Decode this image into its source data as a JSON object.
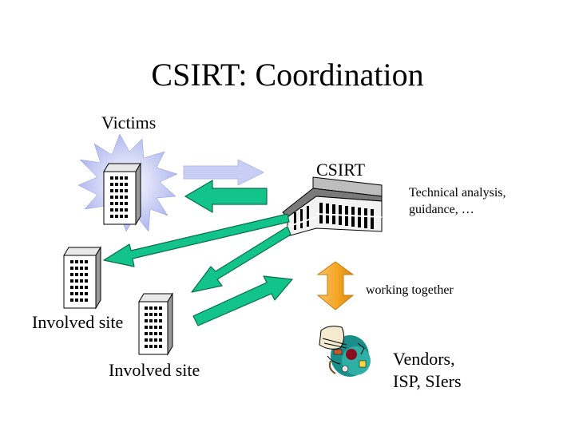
{
  "slide": {
    "title": "CSIRT: Coordination",
    "labels": {
      "victims": "Victims",
      "csirt": "CSIRT",
      "technical_line1": "Technical analysis,",
      "technical_line2": "guidance, …",
      "working_together": "working together",
      "involved_site_left": "Involved site",
      "involved_site_bottom": "Involved site",
      "vendors_line1": "Vendors,",
      "vendors_line2": "ISP, SIers"
    }
  },
  "icons": {
    "victim_building": "office-building-icon",
    "csirt_building": "csirt-headquarters-icon",
    "involved_buildings": "office-building-icon",
    "vendors": "vendors-collage-icon",
    "explosion": "explosion-burst-icon"
  },
  "colors": {
    "report_arrow": "#c9cef5",
    "coordination_arrows": "#12c48a",
    "working_together_arrow": "#f5a623",
    "burst": "#aab3ee",
    "text": "#000000"
  }
}
